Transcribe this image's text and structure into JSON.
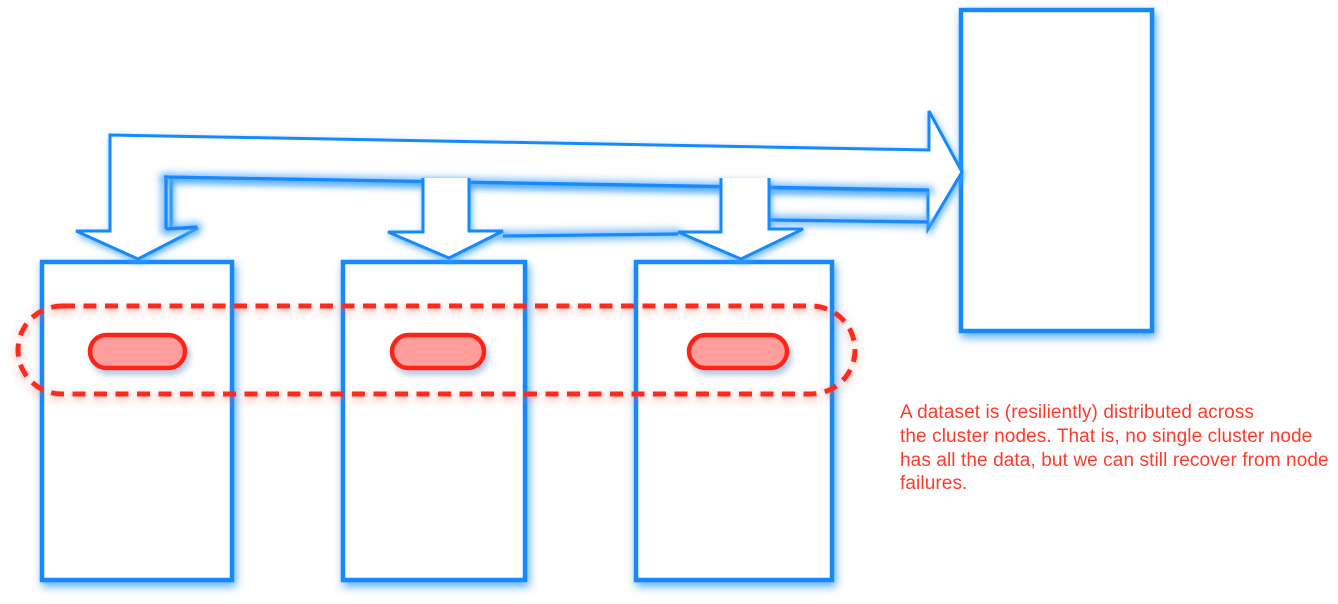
{
  "diagram": {
    "caption": {
      "lines": [
        "A dataset is (resiliently) distributed across",
        "the cluster nodes. That is, no single cluster node",
        "has all the data, but we can still recover from node",
        "failures."
      ]
    },
    "colors": {
      "blue": "#1789fd",
      "blue_glow": "#57acff",
      "red": "#ff2a1b",
      "red_text": "#ff3a2b",
      "pill_fill": "#ff9d9d",
      "pill_stroke": "#ff2417"
    }
  }
}
